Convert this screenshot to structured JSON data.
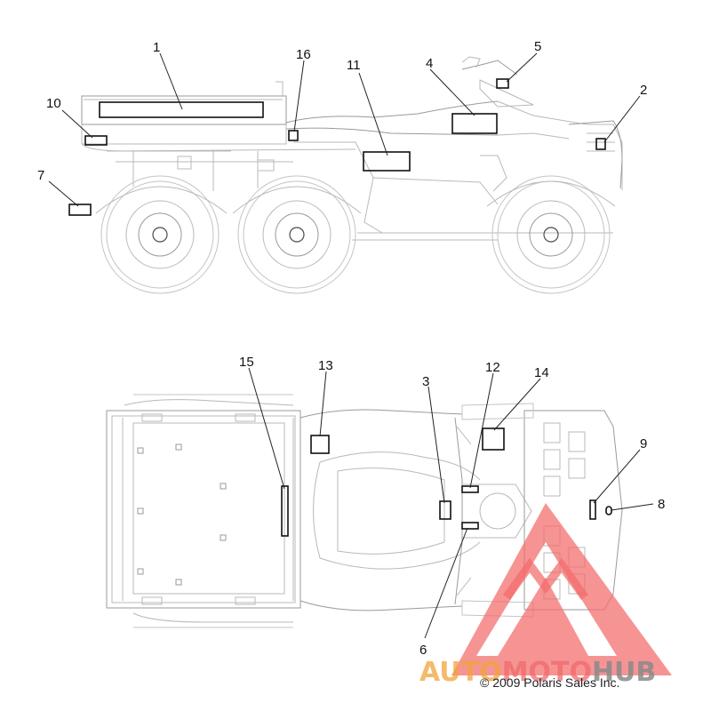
{
  "callouts": {
    "c1": "1",
    "c2": "2",
    "c3": "3",
    "c4": "4",
    "c5": "5",
    "c6": "6",
    "c7": "7",
    "c8": "8",
    "c9": "9",
    "c10": "10",
    "c11": "11",
    "c12": "12",
    "c13": "13",
    "c14": "14",
    "c15": "15",
    "c16": "16"
  },
  "copyright": "© 2009 Polaris Sales Inc.",
  "watermark": {
    "part1": "AUTO",
    "part2": "MOTO",
    "part3": "HUB",
    "colors": {
      "auto": "#f2a33a",
      "moto": "#f06a6a",
      "hub": "#8a8a8a",
      "triangle": "#f26b6b"
    }
  }
}
